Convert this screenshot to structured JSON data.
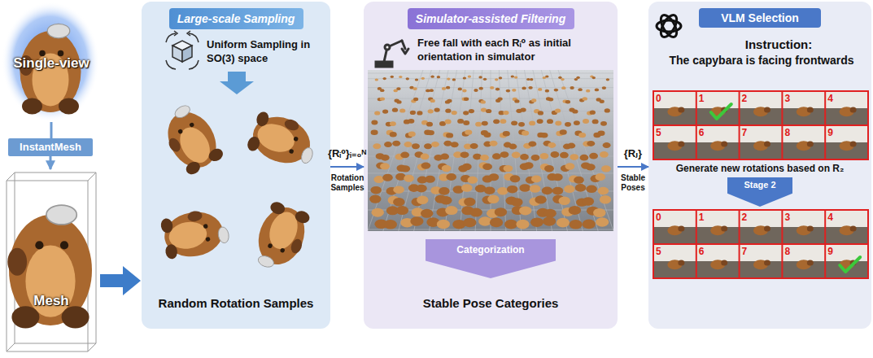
{
  "diagram": {
    "nodes": [
      {
        "text": [
          "Single-view"
        ]
      },
      {
        "text": [
          "InstantMesh"
        ]
      },
      {
        "text": [
          "Mesh"
        ]
      },
      {
        "text": [
          "Uniform Sampling in SO(3) space",
          "Random Rotation Samples"
        ]
      },
      {
        "text": [
          "Large-scale Sampling"
        ],
        "in": 3
      },
      {
        "text": [
          "Free fall with each Rᵢ⁰ as initial orientation in simulator",
          "Stable Pose Categories"
        ]
      },
      {
        "text": [
          "Simulator-assisted Filtering"
        ],
        "in": 5
      },
      {
        "text": [
          "Categorization"
        ],
        "in": 5
      },
      {
        "text": [
          "Instruction:",
          "The capybara is facing frontwards",
          "Generate new rotations based on R₂"
        ]
      },
      {
        "text": [
          "VLM Selection"
        ],
        "in": 8
      },
      {
        "text": [
          "Stage 2"
        ],
        "in": 8
      }
    ],
    "edges": [
      {
        "from": 0,
        "to": 1,
        "arrow": "none"
      },
      {
        "from": 1,
        "to": 2,
        "arrow": "to"
      },
      {
        "from": 2,
        "to": 3,
        "arrow": "to"
      },
      {
        "from": 3,
        "to": 5,
        "arrow": "to",
        "label": "{Rᵢ⁰}ᵢ₌₀ᴺ"
      },
      {
        "from": 5,
        "to": 8,
        "arrow": "to",
        "label": "{Rⱼ}"
      }
    ],
    "labels": [
      "Rotation Samples",
      "Stable Poses",
      "0",
      "1",
      "2",
      "3",
      "4",
      "5",
      "6",
      "7",
      "8",
      "9",
      "0",
      "1",
      "2",
      "3",
      "4",
      "5",
      "6",
      "7",
      "8",
      "9"
    ]
  }
}
